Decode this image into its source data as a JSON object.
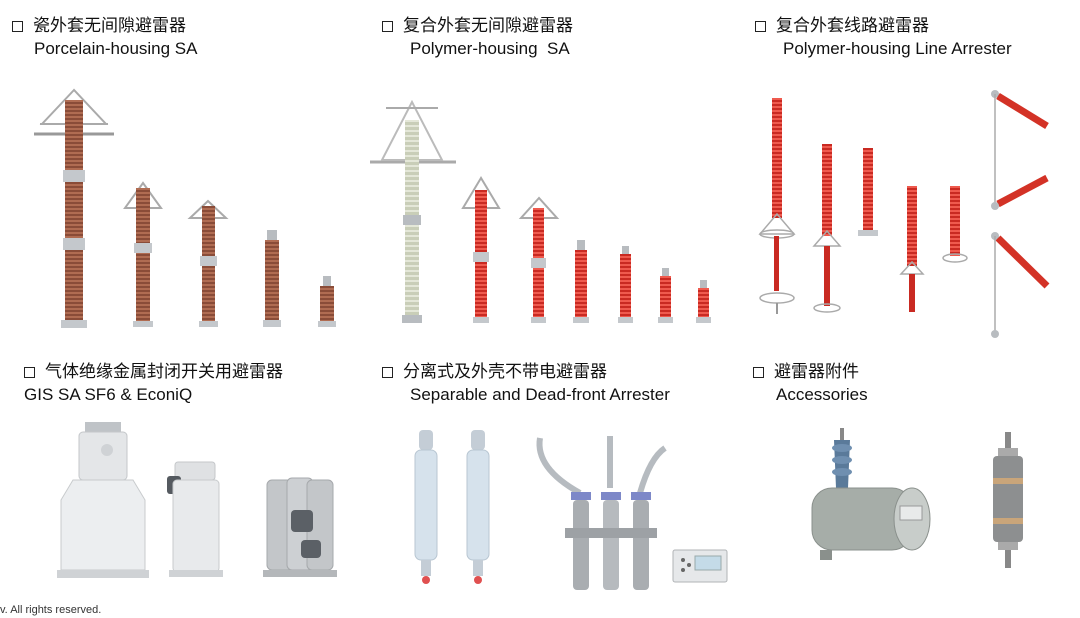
{
  "sections": [
    {
      "checkbox": "☐",
      "zh": "瓷外套无间隙避雷器",
      "en": "Porcelain-housing SA"
    },
    {
      "checkbox": "☐",
      "zh": "复合外套无间隙避雷器",
      "en": "Polymer-housing  SA"
    },
    {
      "checkbox": "☐",
      "zh": "复合外套线路避雷器",
      "en": "Polymer-housing Line Arrester"
    },
    {
      "checkbox": "☐",
      "zh": "气体绝缘金属封闭开关用避雷器",
      "en": "GIS SA SF6 & EconiQ"
    },
    {
      "checkbox": "☐",
      "zh": "分离式及外壳不带电避雷器",
      "en": "Separable and Dead-front Arrester"
    },
    {
      "checkbox": "☐",
      "zh": "避雷器附件",
      "en": "Accessories"
    }
  ],
  "footer": "v. All rights reserved.",
  "colors": {
    "porcelain": "#9a5a44",
    "polymer_red": "#e0352b",
    "polymer_grey": "#d8dccc",
    "metal": "#b8bcc0",
    "gis_white": "#e6e8ea",
    "dead_front_blue": "#d4e3ee"
  }
}
